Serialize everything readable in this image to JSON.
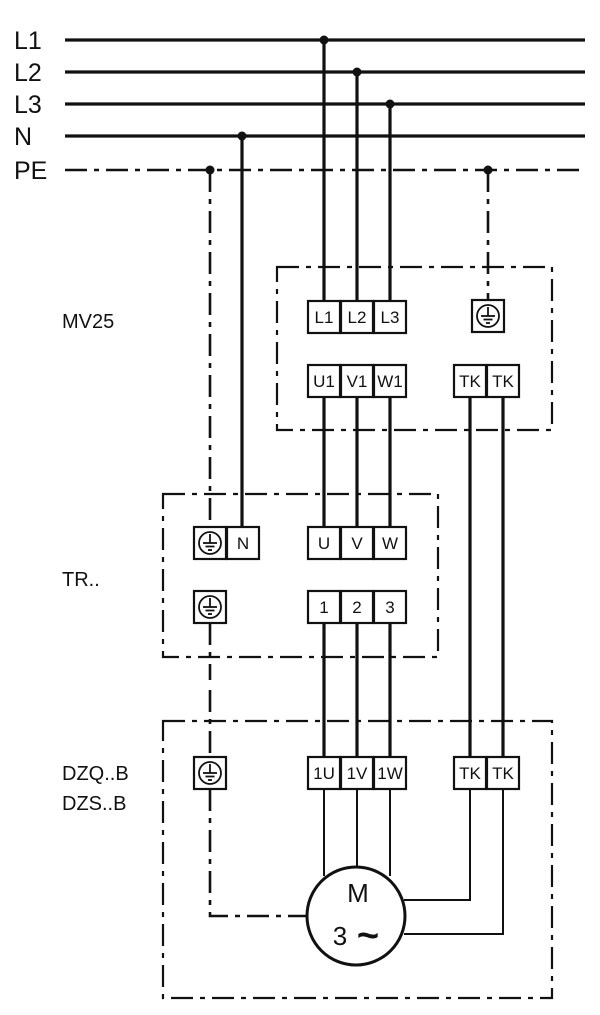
{
  "bus_lines": [
    "L1",
    "L2",
    "L3",
    "N",
    "PE"
  ],
  "groups": {
    "mv25": {
      "label": "MV25",
      "supply_terminals": [
        "L1",
        "L2",
        "L3"
      ],
      "earth_terminal_icon": "earth-ground-icon",
      "output_terminals": [
        "U1",
        "V1",
        "W1"
      ],
      "thermal_terminals": [
        "TK",
        "TK"
      ]
    },
    "tr": {
      "label": "TR..",
      "input_terminals": [
        "U",
        "V",
        "W"
      ],
      "neutral_terminal": "N",
      "output_terminals": [
        "1",
        "2",
        "3"
      ],
      "earth_terminal_icon": "earth-ground-icon"
    },
    "dz": {
      "label_1": "DZQ..B",
      "label_2": "DZS..B",
      "motor_terminals": [
        "1U",
        "1V",
        "1W"
      ],
      "thermal_terminals": [
        "TK",
        "TK"
      ],
      "earth_terminal_icon": "earth-ground-icon"
    }
  },
  "motor": {
    "letter": "M",
    "phases": "3",
    "symbol": "~"
  }
}
